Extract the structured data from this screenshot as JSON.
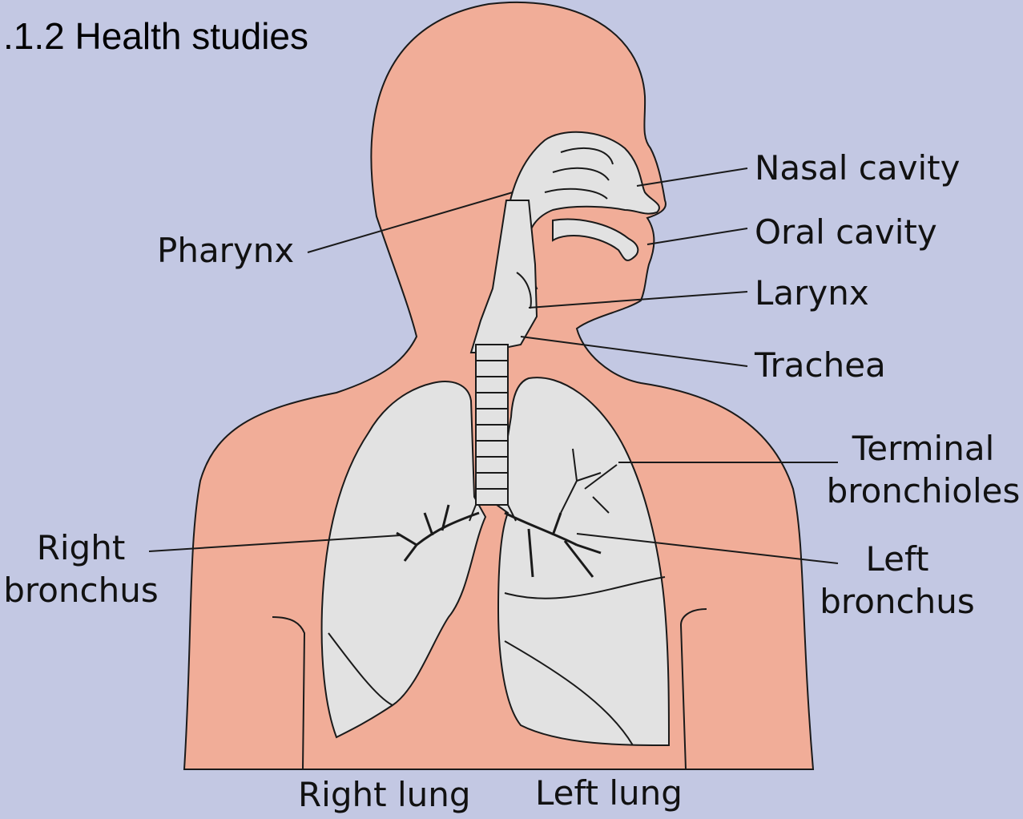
{
  "title": ".1.2 Health studies",
  "labels": {
    "nasal_cavity": "Nasal cavity",
    "oral_cavity": "Oral cavity",
    "larynx": "Larynx",
    "trachea": "Trachea",
    "pharynx": "Pharynx",
    "terminal_bronchioles_line1": "Terminal",
    "terminal_bronchioles_line2": "bronchioles",
    "right_bronchus_line1": "Right",
    "right_bronchus_line2": "bronchus",
    "left_bronchus_line1": "Left",
    "left_bronchus_line2": "bronchus",
    "right_lung": "Right lung",
    "left_lung": "Left lung"
  },
  "colors": {
    "background": "#c3c8e3",
    "body": "#f1ad98",
    "organ": "#e2e2e2",
    "outline": "#1a1a1a"
  }
}
